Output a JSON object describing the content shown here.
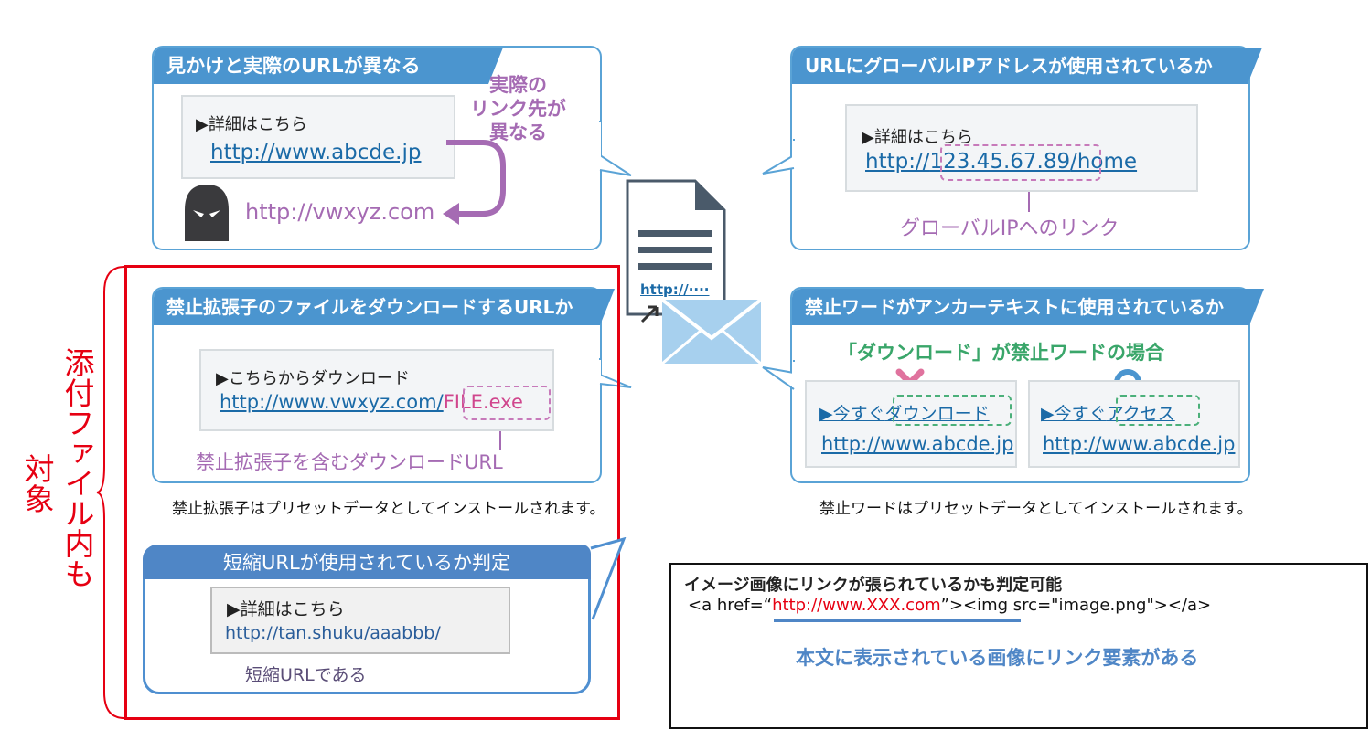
{
  "panel_tl": {
    "title": "見かけと実際のURLが異なる",
    "label": "▶詳細はこちら",
    "link": "http://www.abcde.jp",
    "actual_url": "http://vwxyz.com",
    "annotation_line1": "実際の",
    "annotation_line2": "リンク先が",
    "annotation_line3": "異なる"
  },
  "panel_tr": {
    "title": "URLにグローバルIPアドレスが使用されているか",
    "label": "▶詳細はこちら",
    "link_prefix": "http://",
    "link_ip": "123.45.67.89",
    "link_suffix": "/home",
    "caption": "グローバルIPへのリンク"
  },
  "panel_ml": {
    "title": "禁止拡張子のファイルをダウンロードするURLか",
    "label": "▶こちらからダウンロード",
    "link_prefix": "http://www.vwxyz.com/",
    "link_file": "FILE.exe",
    "caption": "禁止拡張子を含むダウンロードURL",
    "note": "禁止拡張子はプリセットデータとしてインストールされます。"
  },
  "panel_mr": {
    "title": "禁止ワードがアンカーテキストに使用されているか",
    "subtitle": "「ダウンロード」が禁止ワードの場合",
    "left_prefix": "▶今すぐ",
    "left_word": "ダウンロード",
    "left_link": "http://www.abcde.jp",
    "right_prefix": "▶今すぐ",
    "right_word": "アクセス",
    "right_link": "http://www.abcde.jp",
    "note": "禁止ワードはプリセットデータとしてインストールされます。"
  },
  "center_doc": {
    "text": "http://····"
  },
  "short_url": {
    "title": "短縮URLが使用されているか判定",
    "label": "▶詳細はこちら",
    "link": "http://tan.shuku/aaabbb/",
    "caption": "短縮URLである"
  },
  "side_label": {
    "line1": "添付ファイル内も",
    "line2": "対象"
  },
  "image_link_box": {
    "title": "イメージ画像にリンクが張られているかも判定可能",
    "code_prefix": "<a href=“",
    "code_url": "http://www.XXX.com",
    "code_suffix": "”><img src=\"image.png\"></a>",
    "caption": "本文に表示されている画像にリンク要素がある"
  },
  "colors": {
    "panel_blue": "#4b95cf",
    "link_blue": "#1a6aa7",
    "purple": "#a56bb3",
    "green": "#4bb07a",
    "red_frame": "#e60012",
    "mark_x": "#e0739e",
    "mark_o": "#4b95cf"
  }
}
